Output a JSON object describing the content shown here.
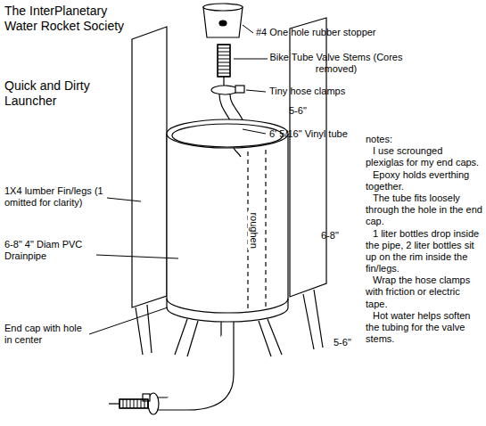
{
  "diagram": {
    "title": "The InterPlanetary Water Rocket Society",
    "labels": [
      "Quick and Dirty Launcher",
      "#4 One hole rubber stopper",
      "Bike Tube Valve Stems (Cores removed)",
      "Tiny hose clamps",
      "5-6\"",
      "6' 5/16\" Vinyl tube",
      "roughen",
      "1X4 lumber Fin/legs (1 omitted for clarity)",
      "6-8\"",
      "6-8\" 4\" Diam PVC Drainpipe",
      "End cap with hole in center",
      "5-6\"",
      "notes:",
      "I use scrounged plexiglas for my end caps.",
      "Epoxy holds everthing together.",
      "The tube fits loosely through the hole in the end cap.",
      "1 liter bottles drop inside the pipe, 2 liter bottles sit up on the rim inside the fin/legs.",
      "Wrap the hose clamps with friction or electric tape.",
      "Hot water helps soften the tubing for the valve stems."
    ]
  }
}
